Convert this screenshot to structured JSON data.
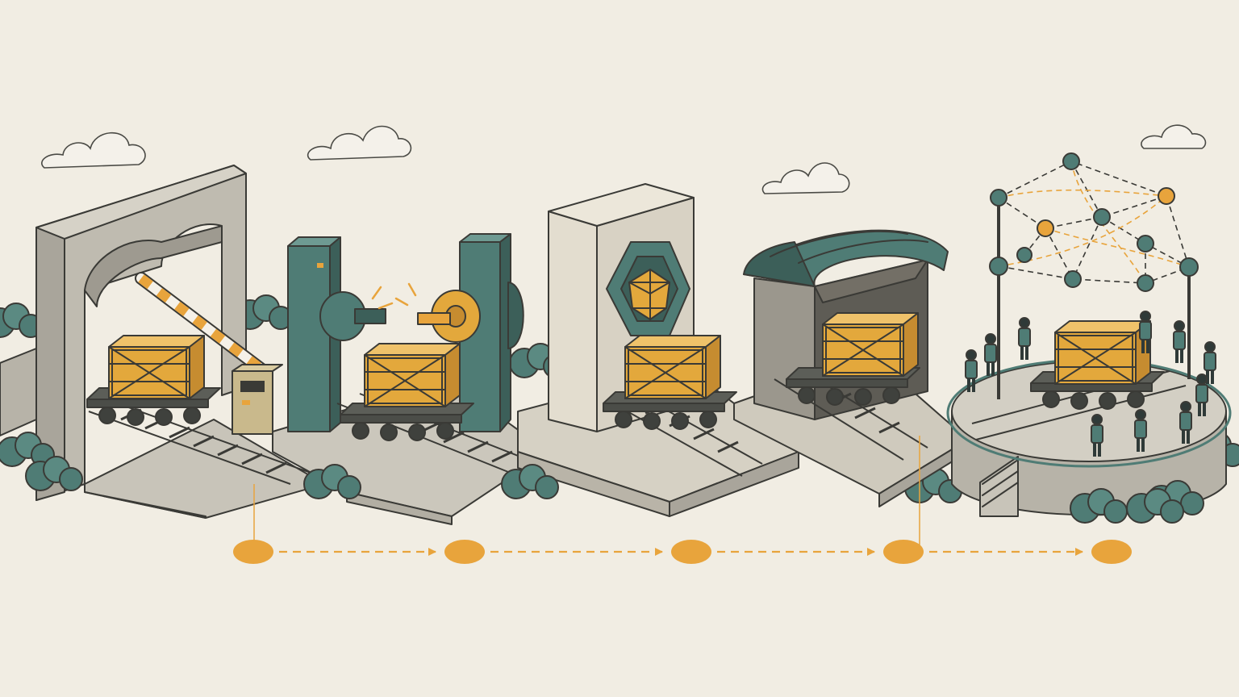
{
  "palette": {
    "background": "#f1ede3",
    "stone": "#c7c3b8",
    "stone_dark": "#a9a59b",
    "teal": "#4f7c75",
    "teal_dark": "#3c5f59",
    "crate": "#e3a83c",
    "crate_dark": "#b9802a",
    "accent": "#e8a43c",
    "ink": "#3a3a36"
  },
  "stages": [
    {
      "id": "gate",
      "icons": [
        "stone-archway-icon",
        "barrier-arm-icon",
        "ticket-booth-icon"
      ]
    },
    {
      "id": "plug",
      "icons": [
        "plug-socket-pillar-icon",
        "plug-pillar-icon"
      ]
    },
    {
      "id": "seal",
      "icons": [
        "monolith-icon",
        "hexagon-gem-icon"
      ]
    },
    {
      "id": "shelter",
      "icons": [
        "covered-shed-icon"
      ]
    },
    {
      "id": "network",
      "icons": [
        "round-platform-icon",
        "network-dome-icon",
        "people-group-icon"
      ]
    }
  ],
  "flow": {
    "step_count": 5,
    "connector_count": 4
  }
}
